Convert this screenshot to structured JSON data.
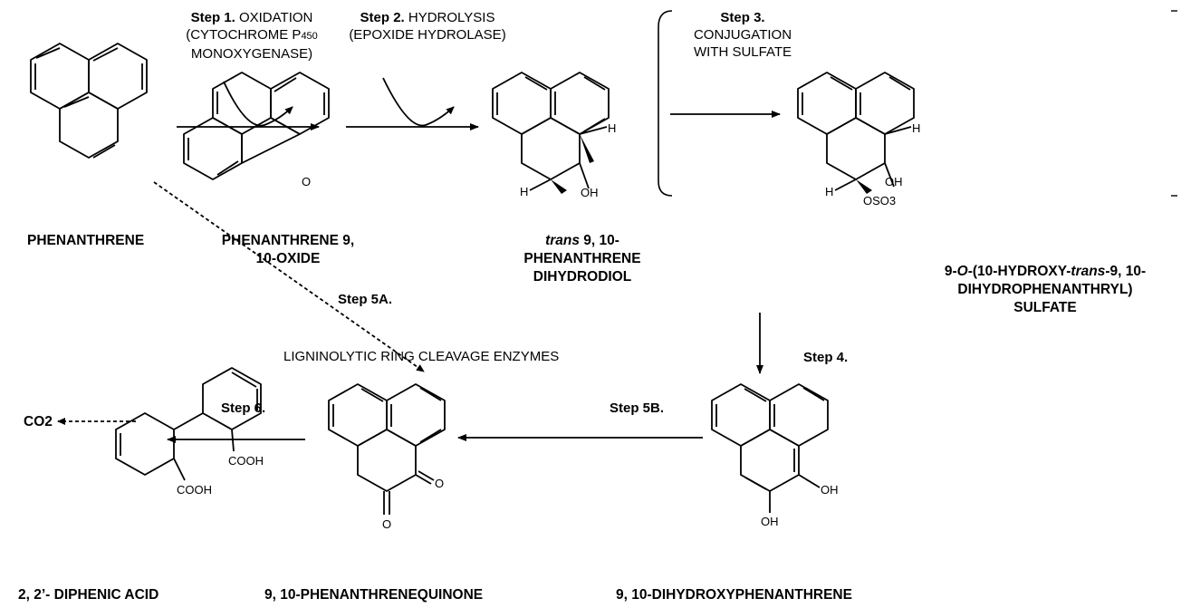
{
  "steps": {
    "s1": {
      "title": "Step 1.",
      "line1": "OXIDATION",
      "line2": "(CYTOCHROME P",
      "sub": "450",
      "line3": "MONOXYGENASE)"
    },
    "s2": {
      "title": "Step 2.",
      "line1": "HYDROLYSIS",
      "line2": "(EPOXIDE HYDROLASE)"
    },
    "s3": {
      "title": "Step 3.",
      "line1": "CONJUGATION",
      "line2": "WITH SULFATE"
    },
    "s4": {
      "title": "Step 4."
    },
    "s5a": {
      "title": "Step 5A."
    },
    "s5b": {
      "title": "Step 5B."
    },
    "s6": {
      "title": "Step 6."
    },
    "enzyme": "LIGNINOLYTIC RING CLEAVAGE ENZYMES"
  },
  "compounds": {
    "phenanthrene": "PHENANTHRENE",
    "oxide": {
      "l1": "PHENANTHRENE 9,",
      "l2": "10-OXIDE"
    },
    "diol": {
      "l1a": "trans",
      "l1b": " 9, 10-",
      "l2": "PHENANTHRENE",
      "l3": "DIHYDRODIOL"
    },
    "sulfate": {
      "l1a": "9-",
      "l1b": "O",
      "l1c": "-(10-HYDROXY-",
      "l1d": "trans",
      "l1e": "-9, 10-",
      "l2": "DIHYDROPHENANTHRYL)",
      "l3": "SULFATE"
    },
    "diphenic": "2, 2’- DIPHENIC ACID",
    "quinone": "9, 10-PHENANTHRENEQUINONE",
    "dihydroxy": "9, 10-DIHYDROXYPHENANTHRENE",
    "co2": "CO2"
  },
  "atoms": {
    "O": "O",
    "H": "H",
    "OH": "OH",
    "OH_short": "OH",
    "OSO3": "OSO3",
    "COOH": "COOH"
  }
}
